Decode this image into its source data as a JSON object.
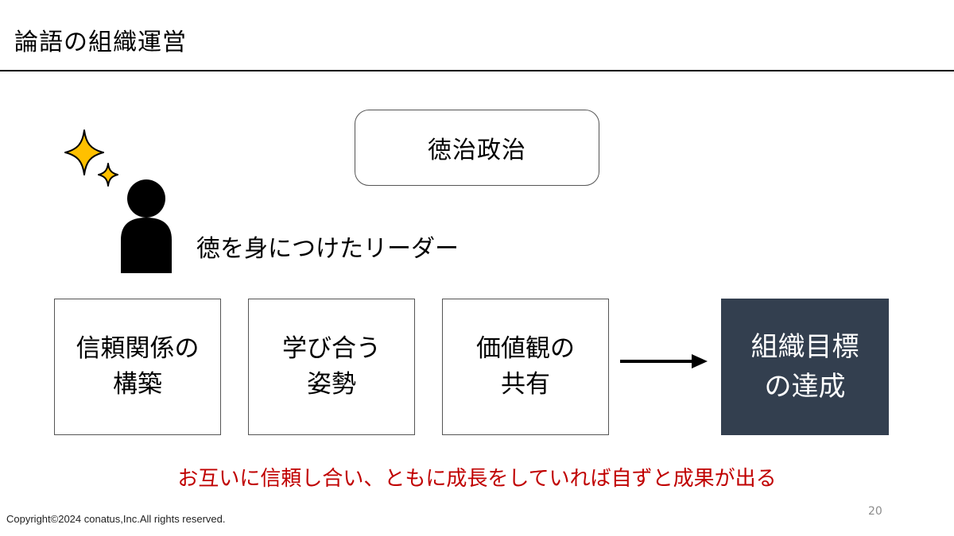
{
  "slide": {
    "title": "論語の組織運営",
    "page_number": "20",
    "copyright": "Copyright©2024 conatus,Inc.All rights reserved."
  },
  "diagram": {
    "concept": "徳治政治",
    "leader_label": "徳を身につけたリーダー",
    "steps": [
      {
        "line1": "信頼関係の",
        "line2": "構築"
      },
      {
        "line1": "学び合う",
        "line2": "姿勢"
      },
      {
        "line1": "価値観の",
        "line2": "共有"
      }
    ],
    "goal": {
      "line1": "組織目標",
      "line2": "の達成"
    },
    "message": "お互いに信頼し合い、ともに成長をしていれば自ずと成果が出る"
  },
  "colors": {
    "goal_background": "#333f4f",
    "message_text": "#c00000",
    "sparkle_fill": "#ffc000",
    "person_fill": "#000000"
  },
  "icons": [
    "sparkle-icon",
    "person-icon",
    "arrow-right-icon"
  ]
}
